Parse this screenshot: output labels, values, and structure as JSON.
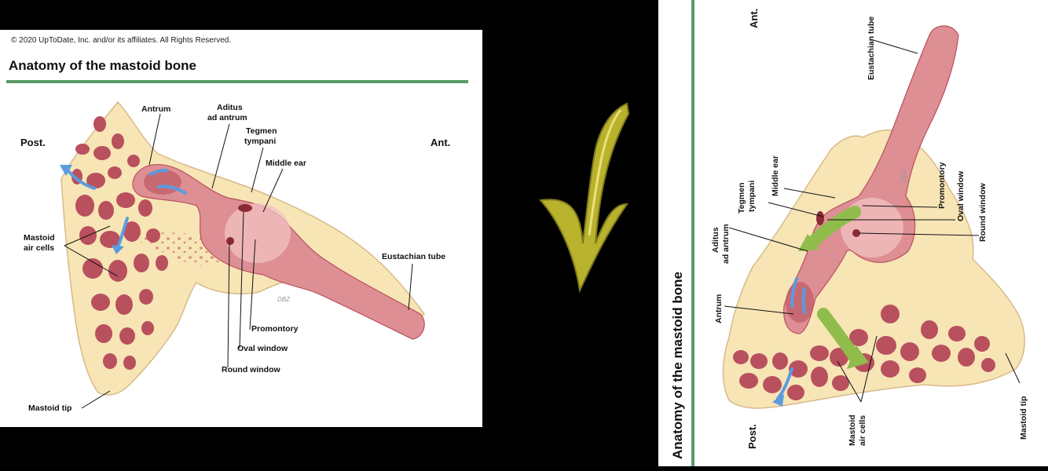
{
  "left": {
    "copyright": "© 2020 UpToDate, Inc. and/or its affiliates. All Rights Reserved.",
    "title": "Anatomy of the mastoid bone",
    "labels": {
      "post": "Post.",
      "ant": "Ant.",
      "antrum": "Antrum",
      "aditus_1": "Aditus",
      "aditus_2": "ad antrum",
      "tegmen_1": "Tegmen",
      "tegmen_2": "tympani",
      "middle_ear": "Middle ear",
      "mastoid_air_1": "Mastoid",
      "mastoid_air_2": "air cells",
      "eustachian": "Eustachian tube",
      "promontory": "Promontory",
      "oval_window": "Oval window",
      "round_window": "Round window",
      "mastoid_tip": "Mastoid tip",
      "signature": "DBZ"
    }
  },
  "right": {
    "title": "Anatomy of the mastoid bone",
    "labels": {
      "post": "Post.",
      "ant": "Ant.",
      "eustachian": "Eustachian tube",
      "middle_ear": "Middle ear",
      "tegmen_1": "Tegmen",
      "tegmen_2": "tympani",
      "aditus_1": "Aditus",
      "aditus_2": "ad antrum",
      "antrum": "Antrum",
      "promontory": "Promontory",
      "oval_window": "Oval window",
      "round_window": "Round window",
      "mastoid_air_1": "Mastoid",
      "mastoid_air_2": "air cells",
      "mastoid_tip": "Mastoid tip",
      "signature": "DBZ"
    }
  },
  "colors": {
    "bone": "#f7e5b5",
    "bone_edge": "#d9b98a",
    "cell": "#b9505e",
    "cell_light": "#e79aa0",
    "cavity": "#dd8f94",
    "cavity_light": "#f1c2c2",
    "green_rule": "#5a9a6a",
    "blue_arrow": "#5b9be0",
    "green_arrow": "#8fbc4a",
    "yellow_arrow": "#c9c230"
  }
}
